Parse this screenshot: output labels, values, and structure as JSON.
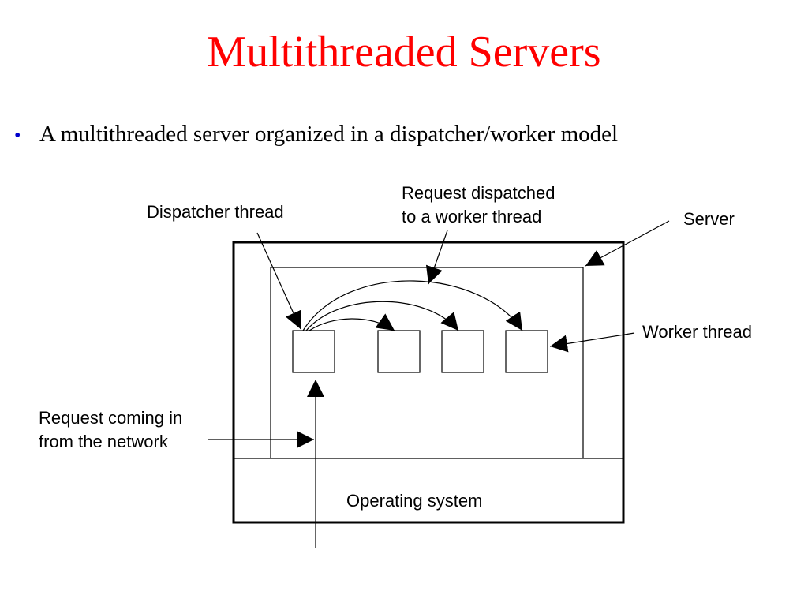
{
  "title": "Multithreaded Servers",
  "bullet": {
    "symbol": "•",
    "text": "A multithreaded server organized in a dispatcher/worker model"
  },
  "diagram": {
    "dispatcher_label": "Dispatcher thread",
    "dispatched_label_line1": "Request dispatched",
    "dispatched_label_line2": "to a worker thread",
    "server_label": "Server",
    "worker_label": "Worker thread",
    "request_label_line1": "Request coming in",
    "request_label_line2": "from the network",
    "os_label": "Operating system"
  },
  "colors": {
    "title": "#ff0000",
    "bullet": "#0000cc",
    "text": "#000000"
  }
}
